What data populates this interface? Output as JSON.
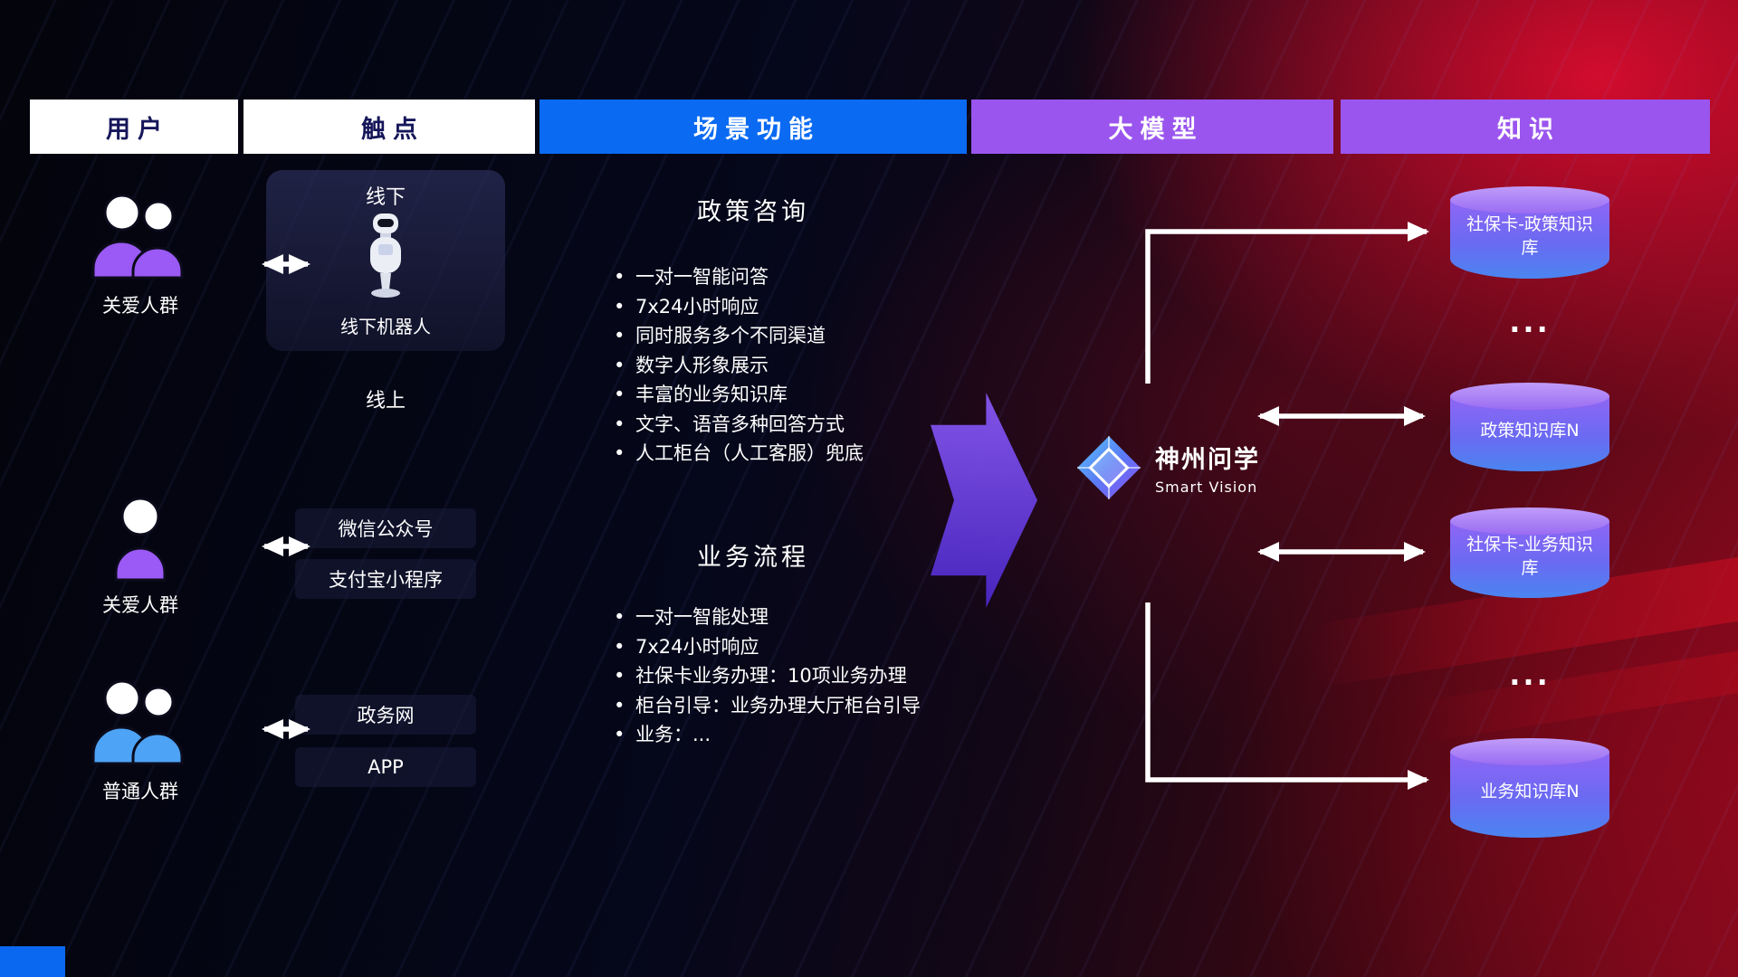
{
  "header": {
    "cols": [
      {
        "label": "用户"
      },
      {
        "label": "触点"
      },
      {
        "label": "场景功能"
      },
      {
        "label": "大模型"
      },
      {
        "label": "知识"
      }
    ]
  },
  "users": [
    {
      "label": "关爱人群"
    },
    {
      "label": "关爱人群"
    },
    {
      "label": "普通人群"
    }
  ],
  "touchpoints": {
    "offline_title": "线下",
    "offline_device": "线下机器人",
    "online_title": "线上",
    "channels": [
      "微信公众号",
      "支付宝小程序",
      "政务网",
      "APP"
    ]
  },
  "scenarios": [
    {
      "title": "政策咨询",
      "items": [
        "一对一智能问答",
        "7x24小时响应",
        "同时服务多个不同渠道",
        "数字人形象展示",
        "丰富的业务知识库",
        "文字、语音多种回答方式",
        "人工柜台（人工客服）兜底"
      ]
    },
    {
      "title": "业务流程",
      "items": [
        "一对一智能处理",
        "7x24小时响应",
        "社保卡业务办理：10项业务办理",
        "柜台引导：业务办理大厅柜台引导",
        "业务：..."
      ]
    }
  ],
  "model": {
    "name": "神州问学",
    "subtitle": "Smart Vision"
  },
  "knowledge": {
    "databases": [
      "社保卡-政策知识库",
      "政策知识库N",
      "社保卡-业务知识库",
      "业务知识库N"
    ],
    "ellipsis": "..."
  },
  "colors": {
    "header_blue": "#0a6af2",
    "header_purple": "#9a55ee",
    "flow_arrow_purple": "#8a5af8",
    "user_purple": "#9b59f5",
    "user_blue": "#4da3f5",
    "cylinder_top": "#c09cfa",
    "cylinder_body_top": "#8f66f5",
    "cylinder_body_bottom": "#4a85f0",
    "connector_white": "#ffffff",
    "background_red": "#b80a24"
  }
}
